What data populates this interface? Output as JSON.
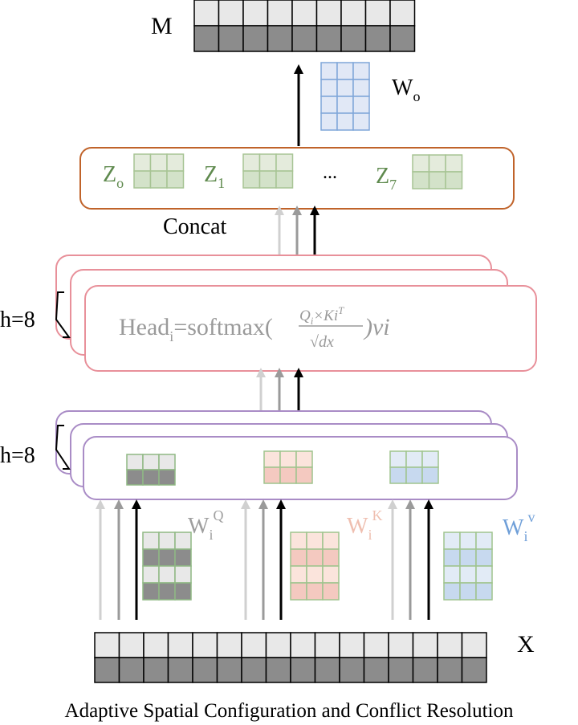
{
  "labels": {
    "output": "M",
    "output_weight": "W",
    "output_weight_sub": "o",
    "input": "X",
    "concat": "Concat",
    "heads_count_top": "h=8",
    "heads_count_bottom": "h=8",
    "caption": "Adaptive Spatial Configuration and Conflict Resolution"
  },
  "concat_box": {
    "z0": {
      "base": "Z",
      "sub": "o"
    },
    "z1": {
      "base": "Z",
      "sub": "1"
    },
    "ellipsis": "...",
    "z7": {
      "base": "Z",
      "sub": "7"
    }
  },
  "head_formula": {
    "prefix": "Head",
    "prefix_sub": "i",
    "equals_softmax": "=softmax(",
    "numerator": "Q",
    "numerator_sub": "i",
    "numerator_mid": "×Ki",
    "numerator_sup": "T",
    "denominator": "√dx",
    "suffix": ")vi"
  },
  "projections": {
    "q": {
      "base": "W",
      "sub": "i",
      "sup": "Q"
    },
    "k": {
      "base": "W",
      "sub": "i",
      "sup": "K"
    },
    "v": {
      "base": "W",
      "sub": "i",
      "sup": "v"
    }
  },
  "colors": {
    "green_text": "#5f8a4e",
    "concat_border": "#c0632a",
    "head_border": "#e8909a",
    "proj_border": "#a98cc6",
    "q_color": "#9e9e9e",
    "k_color": "#efbfb0",
    "v_color": "#6f9fd8",
    "formula_gray": "#9a9a9a",
    "dark_cell": "#8c8c8c",
    "light_cell": "#e8e8e8"
  }
}
